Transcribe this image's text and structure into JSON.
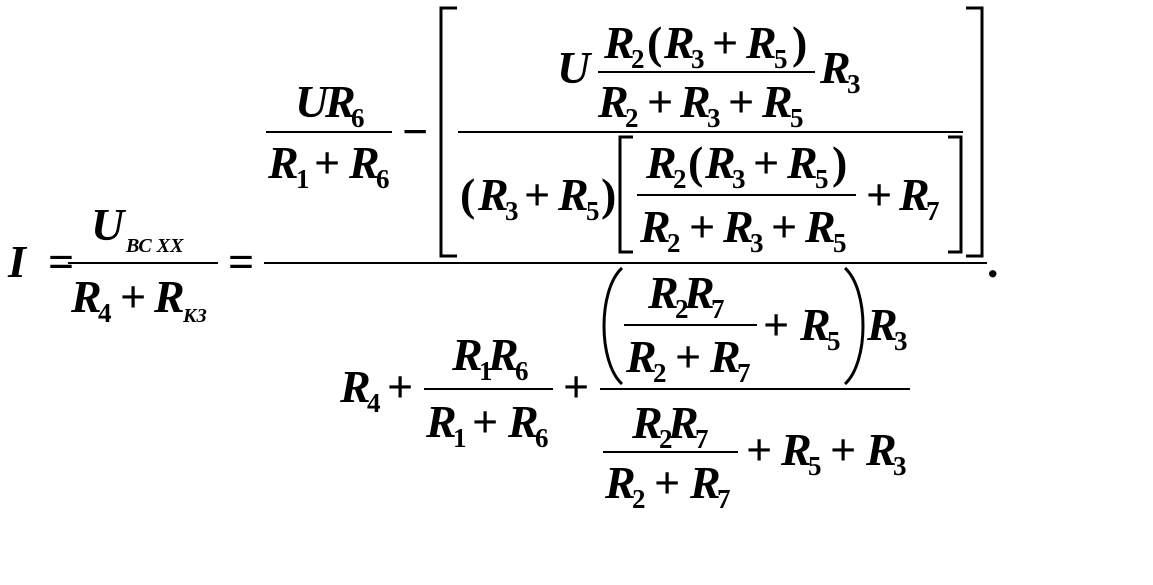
{
  "formula": {
    "lhs": "I",
    "eq": "=",
    "U": "U",
    "bc_xx": "ВС ХХ",
    "R": "R",
    "kz": "КЗ",
    "plus": "+",
    "minus": "−",
    "lparen": "(",
    "rparen": ")",
    "period": ".",
    "n1": "1",
    "n2": "2",
    "n3": "3",
    "n4": "4",
    "n5": "5",
    "n6": "6",
    "n7": "7"
  }
}
